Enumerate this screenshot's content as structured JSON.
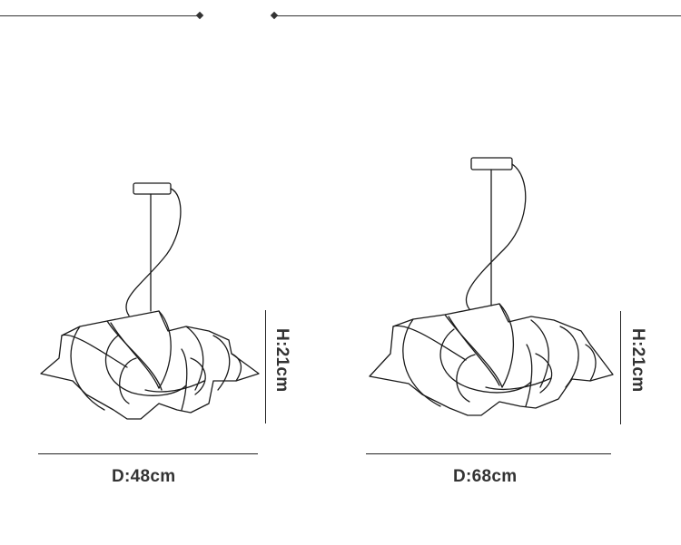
{
  "header": {
    "decoration": "ornamental-divider-line"
  },
  "products": [
    {
      "name": "lamp-small",
      "diameter_label": "D:48cm",
      "height_label": "H:21cm"
    },
    {
      "name": "lamp-large",
      "diameter_label": "D:68cm",
      "height_label": "H:21cm"
    }
  ],
  "colors": {
    "line": "#1a1a1a",
    "text": "#333333",
    "background": "#ffffff"
  }
}
